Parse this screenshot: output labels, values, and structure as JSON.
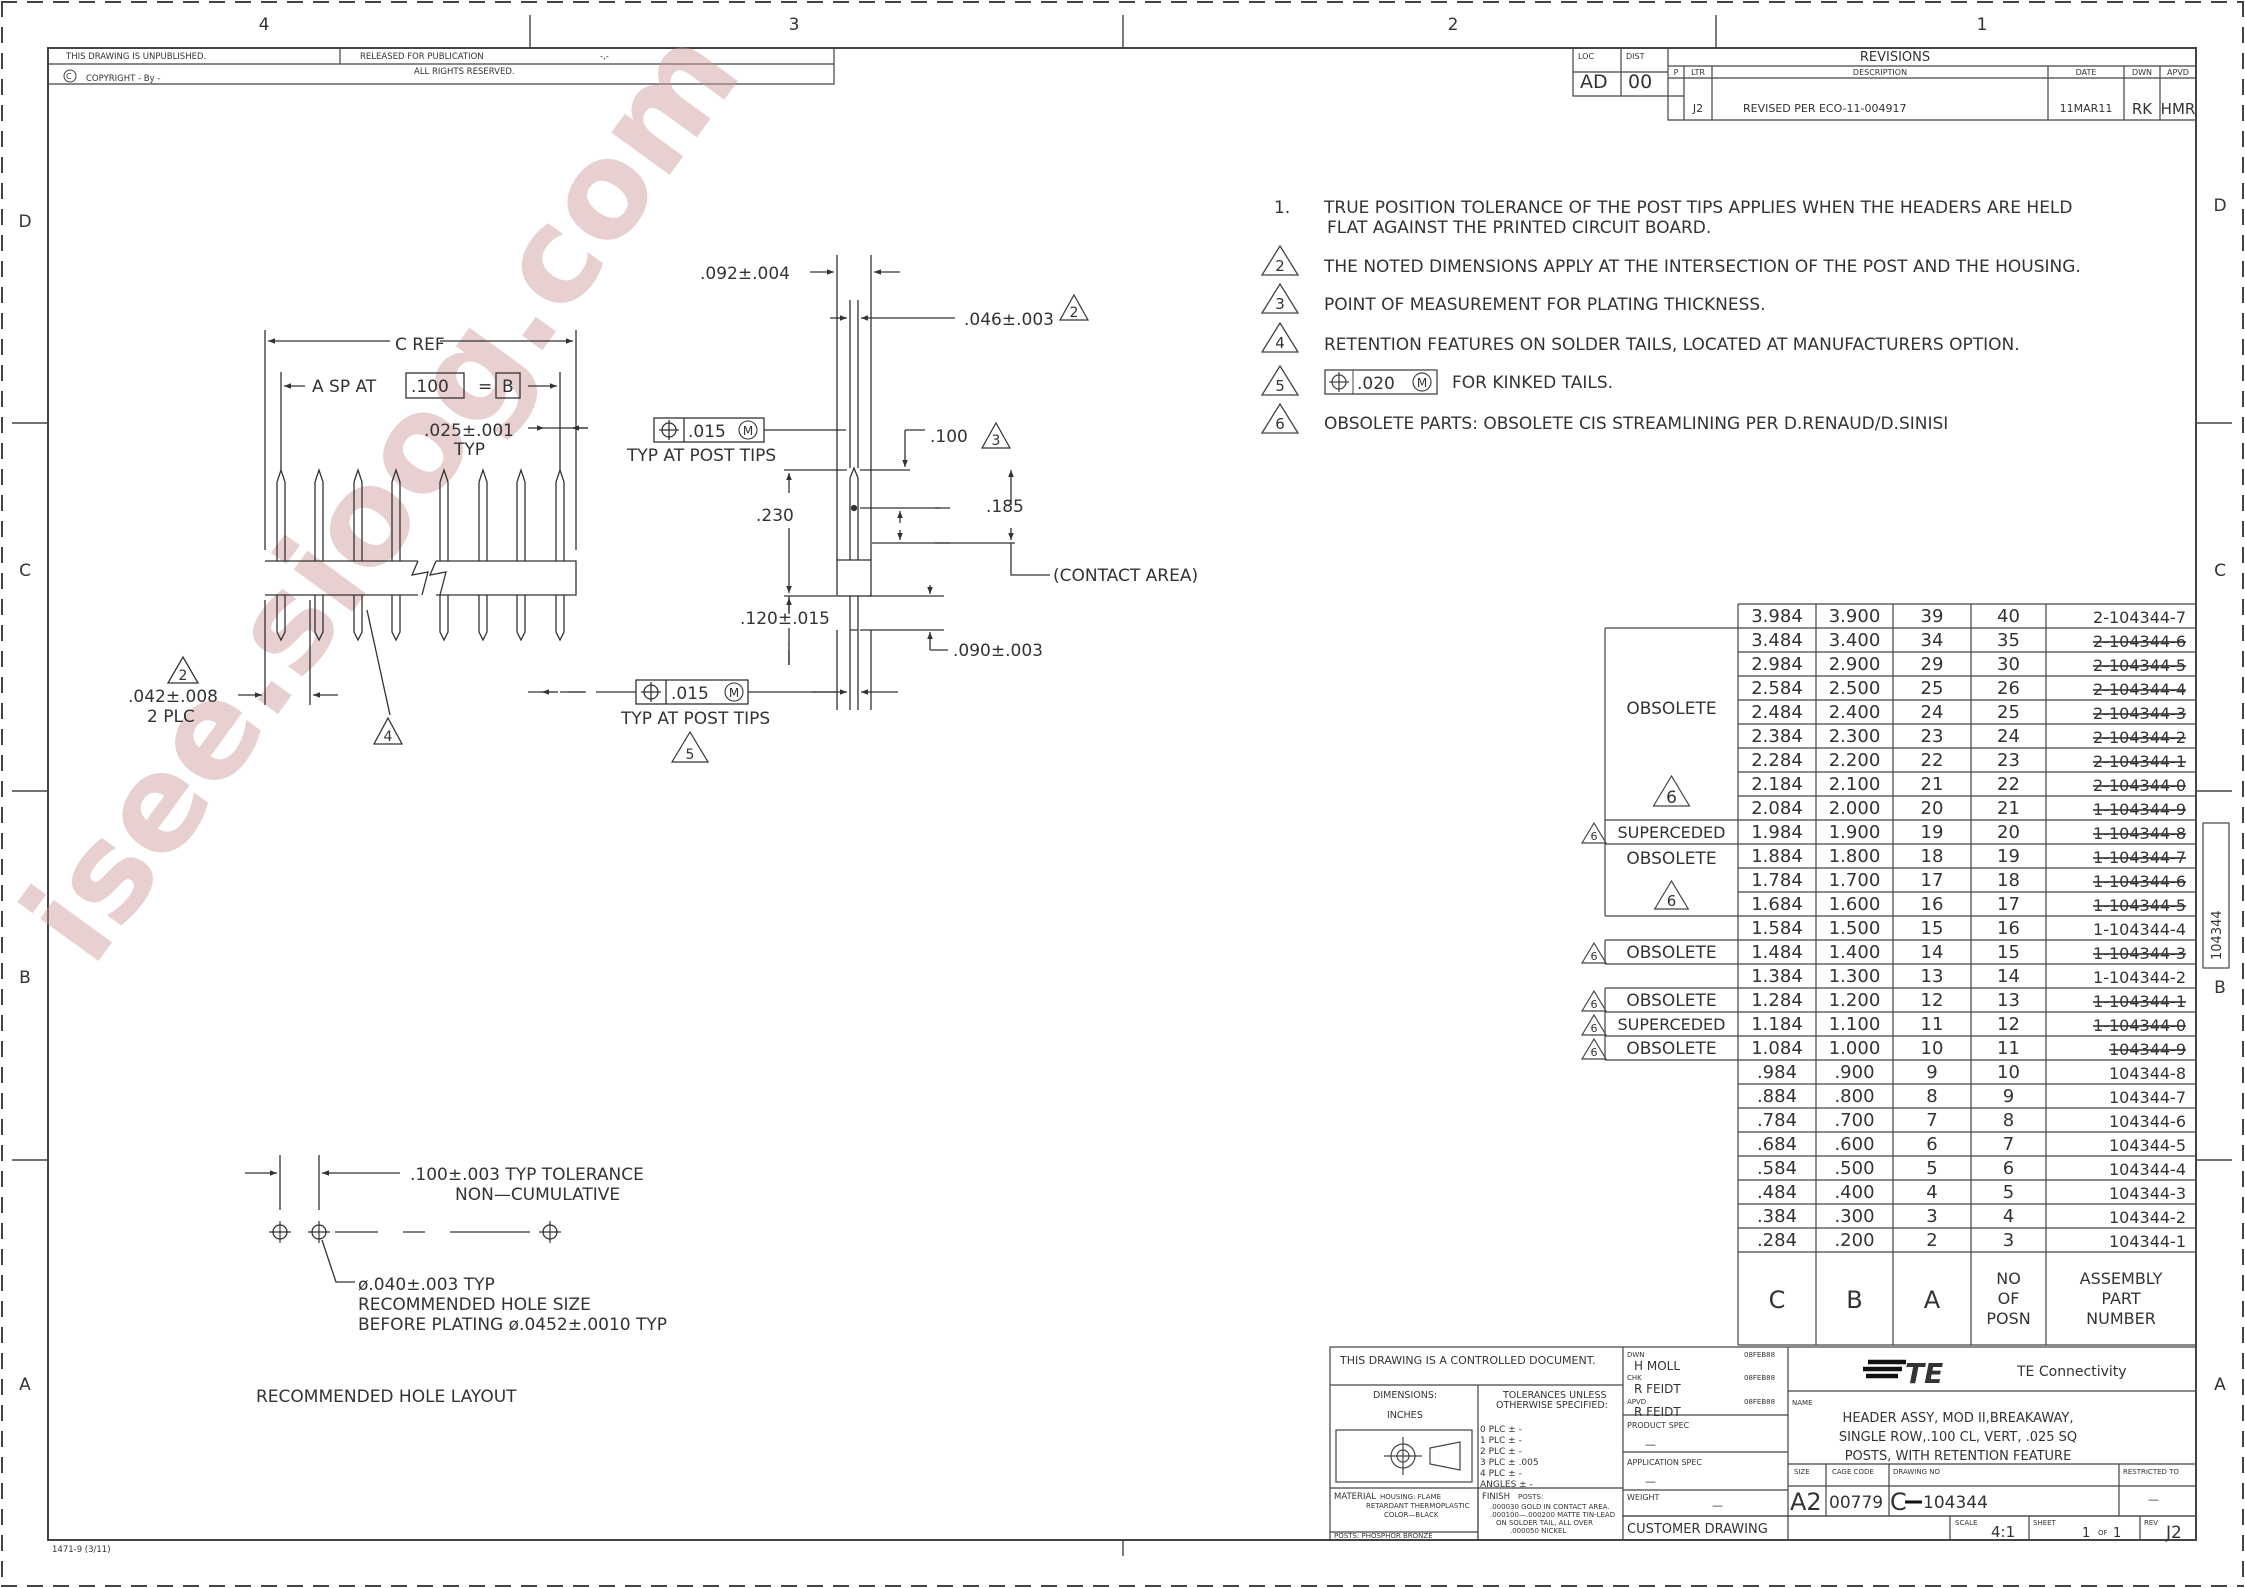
{
  "zones": {
    "cols": [
      "4",
      "3",
      "2",
      "1"
    ],
    "rows": [
      "D",
      "C",
      "B",
      "A"
    ]
  },
  "top_left_box": {
    "unpublished": "THIS DRAWING IS UNPUBLISHED.",
    "released": "RELEASED FOR PUBLICATION",
    "date_blank": "-,-",
    "copyright": "COPYRIGHT  -    By -",
    "copyright_symbol": "C",
    "rights": "ALL RIGHTS RESERVED."
  },
  "loc_dist": {
    "loc_label": "LOC",
    "loc_value": "AD",
    "dist_label": "DIST",
    "dist_value": "00"
  },
  "revisions": {
    "title": "REVISIONS",
    "headers": {
      "p": "P",
      "ltr": "LTR",
      "desc": "DESCRIPTION",
      "date": "DATE",
      "dwn": "DWN",
      "apvd": "APVD"
    },
    "row": {
      "ltr": "J2",
      "desc": "REVISED PER ECO-11-004917",
      "date": "11MAR11",
      "dwn": "RK",
      "apvd": "HMR"
    }
  },
  "notes": [
    {
      "marker": "1.",
      "tri": false,
      "text": "TRUE POSITION TOLERANCE OF THE POST TIPS APPLIES WHEN THE HEADERS ARE HELD",
      "text2": "FLAT AGAINST THE PRINTED CIRCUIT BOARD."
    },
    {
      "marker": "2",
      "tri": true,
      "text": "THE NOTED DIMENSIONS APPLY AT THE INTERSECTION OF THE POST AND THE HOUSING.",
      "text2": ""
    },
    {
      "marker": "3",
      "tri": true,
      "text": "POINT OF MEASUREMENT FOR PLATING THICKNESS.",
      "text2": ""
    },
    {
      "marker": "4",
      "tri": true,
      "text": "RETENTION FEATURES ON SOLDER TAILS, LOCATED AT MANUFACTURERS OPTION.",
      "text2": ""
    },
    {
      "marker": "5",
      "tri": true,
      "text": "FOR KINKED TAILS.",
      "text2": "",
      "fcf": ".020",
      "fcf_mod": "M"
    },
    {
      "marker": "6",
      "tri": true,
      "text": "OBSOLETE PARTS: OBSOLETE CIS STREAMLINING PER D.RENAUD/D.SINISI",
      "text2": ""
    }
  ],
  "front_view": {
    "c_ref": "C  REF",
    "a_sp_at": "A  SP  AT",
    "pitch": ".100",
    "equals": "=",
    "b": "B",
    "post": ".025±.001",
    "typ": "TYP",
    "edge": ".042±.008",
    "plc": "2 PLC",
    "tri2": "2",
    "tri4": "4"
  },
  "side_view": {
    "top_width": ".092±.004",
    "post_width": ".046±.003",
    "fcf_value": ".015",
    "fcf_mod": "M",
    "typ_post_tips": "TYP  AT  POST  TIPS",
    "d100": ".100",
    "d230": ".230",
    "d185": ".185",
    "contact_area": "(CONTACT  AREA)",
    "d120": ".120±.015",
    "d090": ".090±.003",
    "tri2": "2",
    "tri3": "3",
    "tri5": "5"
  },
  "hole_layout": {
    "tolerance": ".100±.003  TYP  TOLERANCE",
    "noncum": "NON—CUMULATIVE",
    "hole_size": "ø.040±.003  TYP",
    "rec_size": "RECOMMENDED  HOLE  SIZE",
    "before_plating": "BEFORE  PLATING  ø.0452±.0010  TYP",
    "title": "RECOMMENDED  HOLE  LAYOUT"
  },
  "table": {
    "headers": [
      "C",
      "B",
      "A",
      "NO\nOF\nPOSN",
      "ASSEMBLY\nPART\nNUMBER"
    ],
    "rows": [
      {
        "c": "3.984",
        "b": "3.900",
        "a": "39",
        "n": "40",
        "pn": "2-104344-7",
        "strike": false
      },
      {
        "c": "3.484",
        "b": "3.400",
        "a": "34",
        "n": "35",
        "pn": "2-104344-6",
        "strike": true
      },
      {
        "c": "2.984",
        "b": "2.900",
        "a": "29",
        "n": "30",
        "pn": "2-104344-5",
        "strike": true
      },
      {
        "c": "2.584",
        "b": "2.500",
        "a": "25",
        "n": "26",
        "pn": "2-104344-4",
        "strike": true
      },
      {
        "c": "2.484",
        "b": "2.400",
        "a": "24",
        "n": "25",
        "pn": "2-104344-3",
        "strike": true
      },
      {
        "c": "2.384",
        "b": "2.300",
        "a": "23",
        "n": "24",
        "pn": "2-104344-2",
        "strike": true
      },
      {
        "c": "2.284",
        "b": "2.200",
        "a": "22",
        "n": "23",
        "pn": "2-104344-1",
        "strike": true
      },
      {
        "c": "2.184",
        "b": "2.100",
        "a": "21",
        "n": "22",
        "pn": "2-104344-0",
        "strike": true
      },
      {
        "c": "2.084",
        "b": "2.000",
        "a": "20",
        "n": "21",
        "pn": "1-104344-9",
        "strike": true
      },
      {
        "c": "1.984",
        "b": "1.900",
        "a": "19",
        "n": "20",
        "pn": "1-104344-8",
        "strike": true
      },
      {
        "c": "1.884",
        "b": "1.800",
        "a": "18",
        "n": "19",
        "pn": "1-104344-7",
        "strike": true
      },
      {
        "c": "1.784",
        "b": "1.700",
        "a": "17",
        "n": "18",
        "pn": "1-104344-6",
        "strike": true
      },
      {
        "c": "1.684",
        "b": "1.600",
        "a": "16",
        "n": "17",
        "pn": "1-104344-5",
        "strike": true
      },
      {
        "c": "1.584",
        "b": "1.500",
        "a": "15",
        "n": "16",
        "pn": "1-104344-4",
        "strike": false
      },
      {
        "c": "1.484",
        "b": "1.400",
        "a": "14",
        "n": "15",
        "pn": "1-104344-3",
        "strike": true
      },
      {
        "c": "1.384",
        "b": "1.300",
        "a": "13",
        "n": "14",
        "pn": "1-104344-2",
        "strike": false
      },
      {
        "c": "1.284",
        "b": "1.200",
        "a": "12",
        "n": "13",
        "pn": "1-104344-1",
        "strike": true
      },
      {
        "c": "1.184",
        "b": "1.100",
        "a": "11",
        "n": "12",
        "pn": "1-104344-0",
        "strike": true
      },
      {
        "c": "1.084",
        "b": "1.000",
        "a": "10",
        "n": "11",
        "pn": "104344-9",
        "strike": true
      },
      {
        "c": ".984",
        "b": ".900",
        "a": "9",
        "n": "10",
        "pn": "104344-8",
        "strike": false
      },
      {
        "c": ".884",
        "b": ".800",
        "a": "8",
        "n": "9",
        "pn": "104344-7",
        "strike": false
      },
      {
        "c": ".784",
        "b": ".700",
        "a": "7",
        "n": "8",
        "pn": "104344-6",
        "strike": false
      },
      {
        "c": ".684",
        "b": ".600",
        "a": "6",
        "n": "7",
        "pn": "104344-5",
        "strike": false
      },
      {
        "c": ".584",
        "b": ".500",
        "a": "5",
        "n": "6",
        "pn": "104344-4",
        "strike": false
      },
      {
        "c": ".484",
        "b": ".400",
        "a": "4",
        "n": "5",
        "pn": "104344-3",
        "strike": false
      },
      {
        "c": ".384",
        "b": ".300",
        "a": "3",
        "n": "4",
        "pn": "104344-2",
        "strike": false
      },
      {
        "c": ".284",
        "b": ".200",
        "a": "2",
        "n": "3",
        "pn": "104344-1",
        "strike": false
      }
    ],
    "status": {
      "obsolete": "OBSOLETE",
      "superceded": "SUPERCEDED",
      "tri6": "6"
    }
  },
  "side_tab": "104344",
  "title_block": {
    "controlled": "THIS DRAWING IS A CONTROLLED DOCUMENT.",
    "dimensions": "DIMENSIONS:",
    "inches": "INCHES",
    "tolerances": "TOLERANCES UNLESS",
    "otherwise": "OTHERWISE SPECIFIED:",
    "plc": [
      "0 PLC   ±  -",
      "1 PLC   ±  -",
      "2 PLC   ±  -",
      "3 PLC   ±  .005",
      "4 PLC   ±  -",
      "ANGLES          ±  -"
    ],
    "material_label": "MATERIAL",
    "material": [
      "HOUSING: FLAME",
      "RETARDANT THERMOPLASTIC",
      "COLOR—BLACK"
    ],
    "posts": "POSTS: PHOSPHOR BRONZE",
    "finish_label": "FINISH",
    "finish": [
      "POSTS:",
      ".000030 GOLD IN CONTACT AREA.",
      ".000100—.000200 MATTE TIN-LEAD",
      "ON SOLDER TAIL, ALL OVER",
      ".000050 NICKEL"
    ],
    "dwn_label": "DWN",
    "dwn": "H  MOLL",
    "dwn_date": "08FEB88",
    "chk_label": "CHK",
    "chk": "R  FEIDT",
    "chk_date": "08FEB88",
    "apvd_label": "APVD",
    "apvd": "R  FEIDT",
    "apvd_date": "08FEB88",
    "product_spec": "PRODUCT SPEC",
    "product_spec_val": "—",
    "application_spec": "APPLICATION SPEC",
    "application_spec_val": "—",
    "weight": "WEIGHT",
    "weight_val": "—",
    "customer": "CUSTOMER  DRAWING",
    "logo": "TE",
    "company": "TE  Connectivity",
    "name_label": "NAME",
    "name": [
      "HEADER  ASSY,  MOD  II,BREAKAWAY,",
      "SINGLE  ROW,.100  CL,  VERT,  .025  SQ",
      "POSTS,  WITH  RETENTION  FEATURE"
    ],
    "size_label": "SIZE",
    "size": "A2",
    "cage_label": "CAGE CODE",
    "cage": "00779",
    "dwg_label": "DRAWING NO",
    "dwg_prefix": "C",
    "dwg": "104344",
    "restricted": "RESTRICTED TO",
    "restricted_val": "—",
    "scale_label": "SCALE",
    "scale": "4:1",
    "sheet_label": "SHEET",
    "sheet": "1",
    "of": "OF",
    "sheets": "1",
    "rev_label": "REV",
    "rev": "J2"
  },
  "form_no": "1471-9  (3/11)",
  "watermark": "isee.sioog.com"
}
